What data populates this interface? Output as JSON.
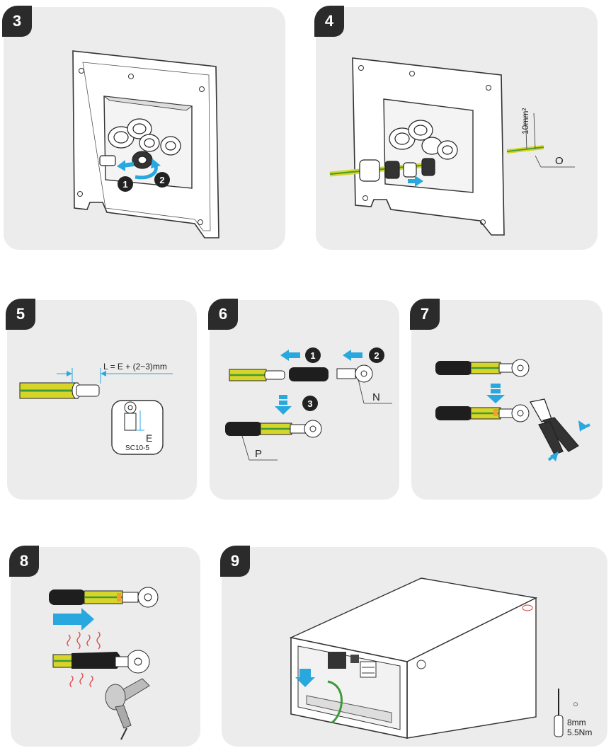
{
  "steps": [
    "3",
    "4",
    "5",
    "6",
    "7",
    "8",
    "9"
  ],
  "step4": {
    "cable_size": "10mm²",
    "callout": "O"
  },
  "step5": {
    "formula": "L = E + (2~3)mm",
    "terminal_model": "SC10-5",
    "dim_label": "E"
  },
  "step6": {
    "circle1": "1",
    "circle2": "2",
    "circle3": "3",
    "label_n": "N",
    "label_p": "P"
  },
  "step3": {
    "circle1": "1",
    "circle2": "2"
  },
  "step9": {
    "tool_symbol": "○",
    "tool_size": "8mm",
    "torque": "5.5Nm"
  },
  "colors": {
    "panel": "#ececec",
    "badge": "#2b2b2b",
    "arrow": "#29a8e0",
    "cable_yellow": "#d8d52a",
    "cable_green": "#3f9a3a",
    "sleeve": "#1e1e1e",
    "heat": "#e04848"
  }
}
